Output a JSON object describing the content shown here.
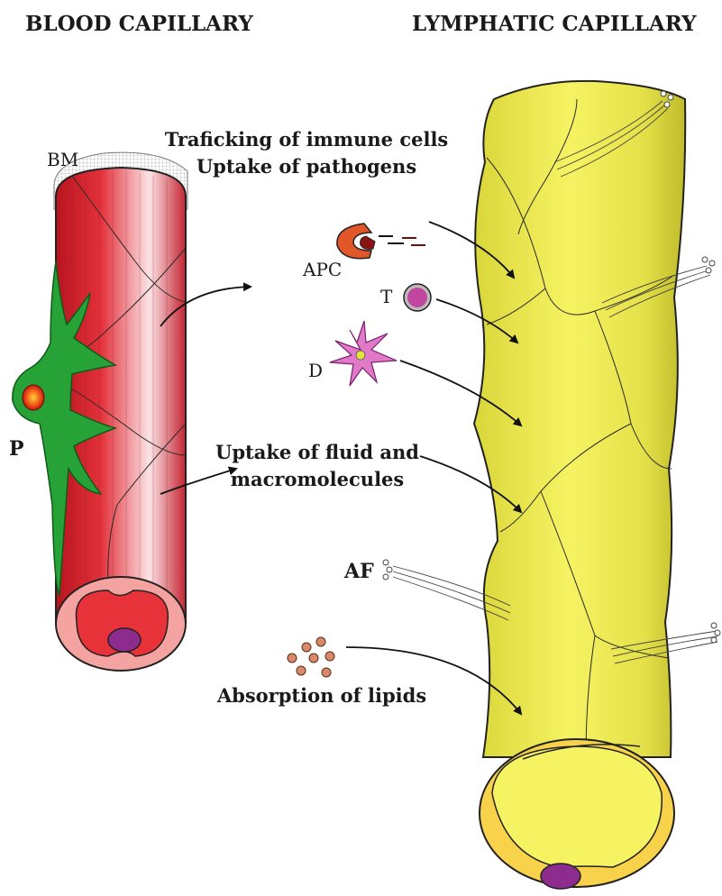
{
  "titles": {
    "left": "BLOOD CAPILLARY",
    "right": "LYMPHATIC CAPILLARY"
  },
  "labels": {
    "bm": "BM",
    "p": "P",
    "apc": "APC",
    "t": "T",
    "d": "D",
    "af": "AF"
  },
  "functions": {
    "immune_line1": "Traficking of immune cells",
    "immune_line2": "Uptake of pathogens",
    "fluid_line1": "Uptake of fluid and",
    "fluid_line2": "macromolecules",
    "lipids": "Absorption of lipids"
  },
  "colors": {
    "blood_vessel": "#e8323a",
    "blood_lumen": "#f5a3a0",
    "pericyte": "#27a236",
    "lymph_vessel": "#f2ef5a",
    "lymph_rim": "#f7d24a",
    "nucleus": "#8e2b8e",
    "apc": "#e2572a",
    "t_cell": "#c246a0",
    "dendritic": "#e07ac8",
    "lipid": "#d88a6a"
  }
}
